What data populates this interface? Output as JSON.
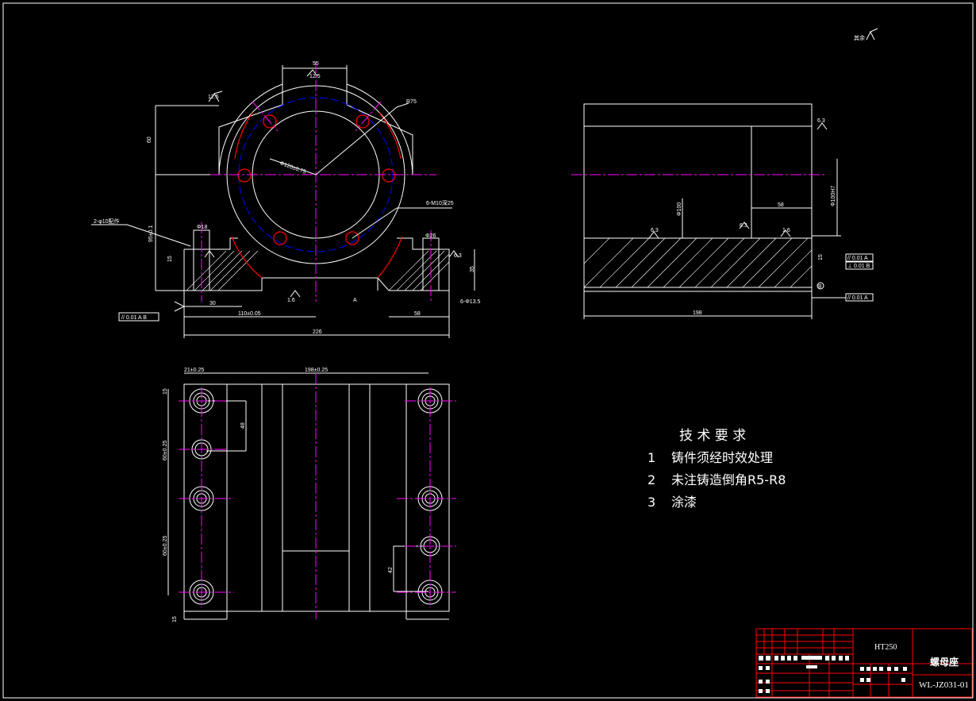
{
  "sheet": {
    "roughness_note": "其余"
  },
  "front_view": {
    "dim_top_width": "55",
    "dim_top_roughness": "12.5",
    "dim_radius": "R75",
    "dim_height_left": "60",
    "dim_bore": "Φ120±0.75",
    "dim_thread": "6-M10深25",
    "dim_edge_note": "2-φ10配作",
    "dim_center_height": "95±0.1",
    "dim_hole_left": "Φ18",
    "dim_hole_right": "Φ26",
    "dim_left_15": "15",
    "dim_30": "30",
    "dim_base_center": "110±0.05",
    "dim_58": "58",
    "dim_overall": "226",
    "dim_counterbore": "6-Φ13.5",
    "dim_35": "35",
    "dim_6": "6.3",
    "dim_bottom_roughness": "1.6",
    "tol_box": "// 0.01 A B",
    "datum_a": "A"
  },
  "side_view": {
    "dim_right_bore": "Φ100",
    "dim_58": "58",
    "dim_length": "198",
    "dim_15": "15",
    "dim_vert": "Φ100H7",
    "roughness_a": "6.3",
    "roughness_b": "6.3",
    "roughness_c": "1.6",
    "tol_a": "// 0.01 A",
    "tol_b": "⊥ 0.01 B",
    "tol_c": "// 0.01 A",
    "datum_b": "B",
    "top_roughness": "6.3"
  },
  "plan_view": {
    "dim_top_small": "21±0.25",
    "dim_top_width": "198±0.25",
    "dim_15": "15",
    "dim_48": "48",
    "dim_60a": "60±0.25",
    "dim_60b": "60±0.25",
    "dim_42": "42",
    "dim_bottom": "15"
  },
  "tech_requirements": {
    "title": "技 术 要 求",
    "items": [
      {
        "num": "1",
        "text": "铸件须经时效处理"
      },
      {
        "num": "2",
        "text": "未注铸造倒角R5-R8"
      },
      {
        "num": "3",
        "text": "涂漆"
      }
    ]
  },
  "title_block": {
    "material": "HT250",
    "part_name": "螺母座",
    "drawing_number": "WL-JZ031-01"
  },
  "colors": {
    "frame": "#ffffff",
    "center_line": "#ff00ff",
    "hidden_line": "#0000ff",
    "grid_red": "#ff0000",
    "dim_line": "#ffffff"
  }
}
